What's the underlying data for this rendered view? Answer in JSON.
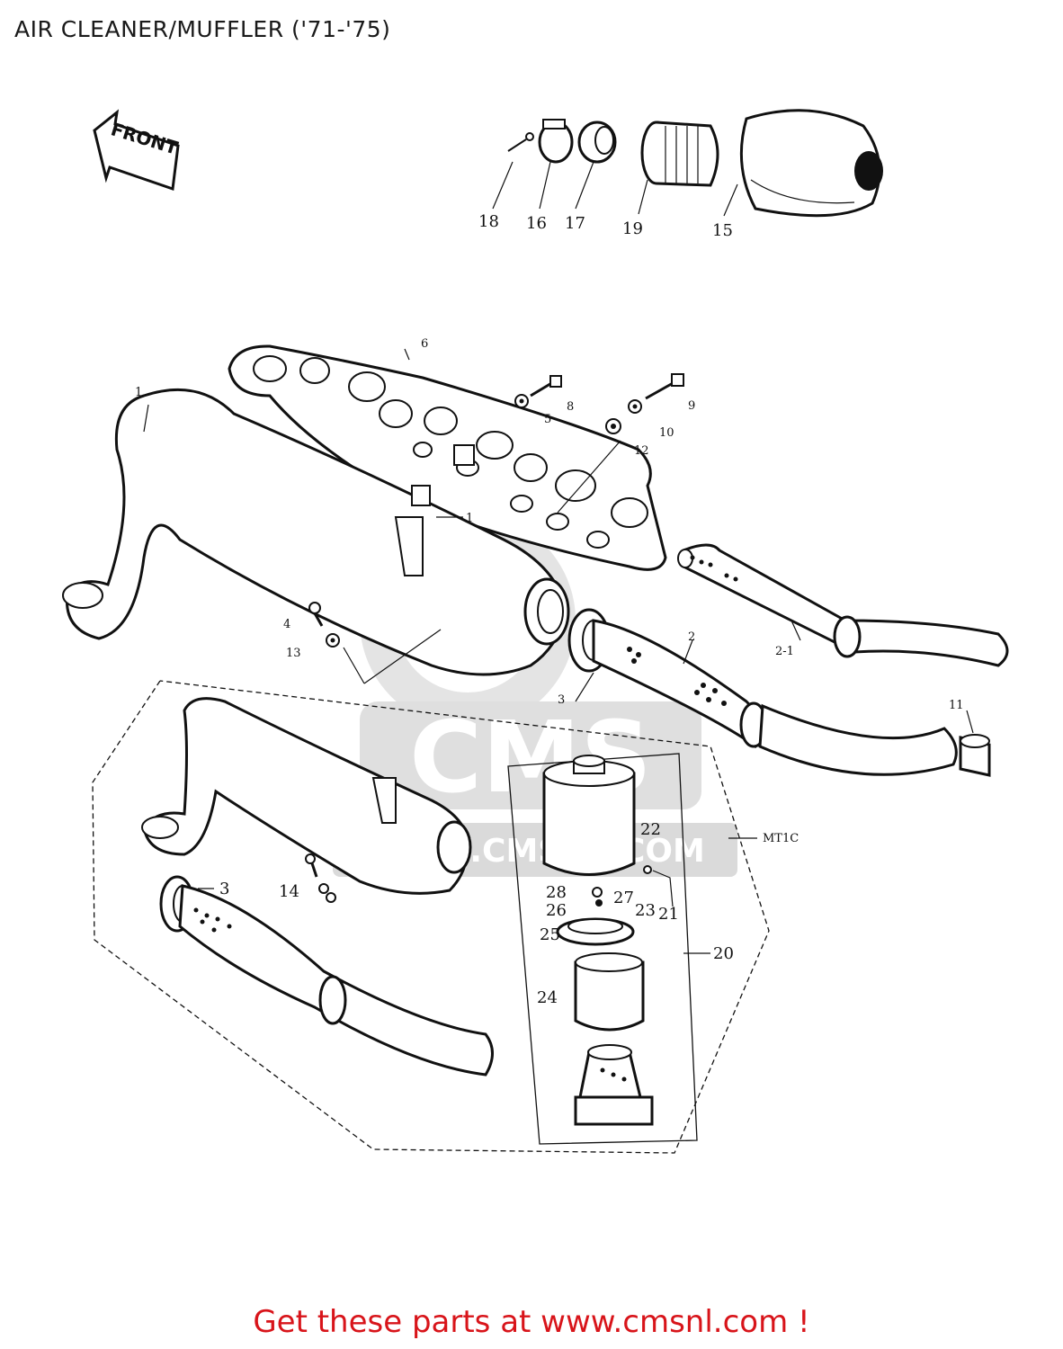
{
  "title": "AIR CLEANER/MUFFLER ('71-'75)",
  "footer": "Get these parts at www.cmsnl.com !",
  "front_arrow_label": "FRONT",
  "watermark": {
    "logo_text": "CMS",
    "url_text": "WWW.CMSNL.COM"
  },
  "callouts": {
    "c1": "1",
    "c1b": "1",
    "c2": "2",
    "c2_1": "2-1",
    "c3": "3",
    "c3b": "3",
    "c4": "4",
    "c5": "5",
    "c6": "6",
    "c8": "8",
    "c9": "9",
    "c10": "10",
    "c11": "11",
    "c12": "12",
    "c13": "13",
    "c14": "14",
    "c15": "15",
    "c16": "16",
    "c17": "17",
    "c18": "18",
    "c19": "19",
    "c20": "20",
    "c21": "21",
    "c22": "22",
    "c23": "23",
    "c24": "24",
    "c25": "25",
    "c26": "26",
    "c27": "27",
    "c28": "28",
    "mt1c": "MT1C"
  },
  "colors": {
    "footer_text": "#d8141a",
    "line": "#111111",
    "watermark": "#d9d9d9"
  }
}
